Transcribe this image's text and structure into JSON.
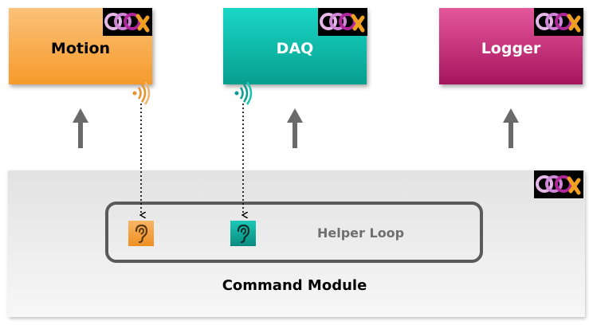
{
  "modules": {
    "motion": {
      "label": "Motion",
      "color": "#f7a443"
    },
    "daq": {
      "label": "DAQ",
      "color": "#0fbcab"
    },
    "logger": {
      "label": "Logger",
      "color": "#c8257a"
    }
  },
  "command_module": {
    "label": "Command Module"
  },
  "helper_loop": {
    "label": "Helper Loop"
  },
  "icons": {
    "logo": "dqmh-logo-icon",
    "broadcast": "broadcast-icon",
    "listener": "ear-icon",
    "arrow": "arrow-up-icon"
  }
}
